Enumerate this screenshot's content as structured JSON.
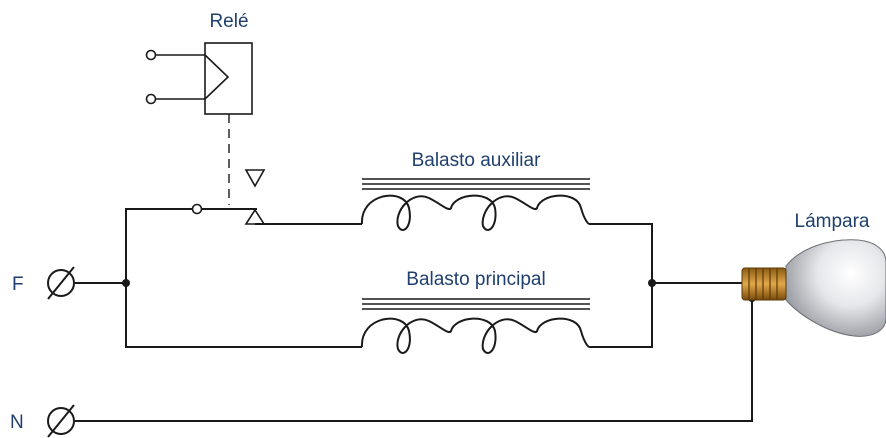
{
  "labels": {
    "relay": "Relé",
    "aux_ballast": "Balasto auxiliar",
    "main_ballast": "Balasto principal",
    "lamp": "Lámpara",
    "phase": "F",
    "neutral": "N"
  },
  "colors": {
    "label_text": "#1f3f6e",
    "wire": "#1a1a1a",
    "lamp_base": "#c98a2a"
  },
  "icons": [
    "relay-box-icon",
    "ballast-coil-icon",
    "lamp-bulb-icon",
    "terminal-icon"
  ]
}
